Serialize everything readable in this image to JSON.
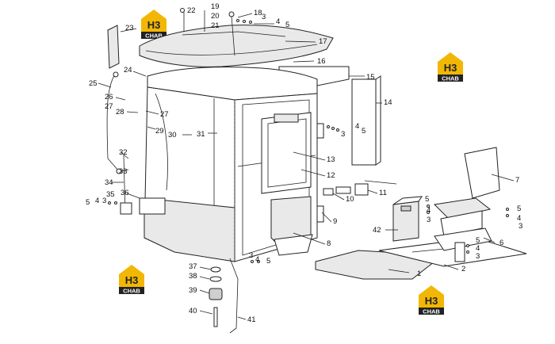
{
  "brand": {
    "logo_letters": "H3",
    "logo_word": "CHAB",
    "logo_color": "#f2b705",
    "logo_dark": "#222222"
  },
  "callouts": [
    {
      "id": "c1",
      "text": "1"
    },
    {
      "id": "c2",
      "text": "2"
    },
    {
      "id": "c3a",
      "text": "3"
    },
    {
      "id": "c3b",
      "text": "3"
    },
    {
      "id": "c3c",
      "text": "3"
    },
    {
      "id": "c3d",
      "text": "3"
    },
    {
      "id": "c3e",
      "text": "3"
    },
    {
      "id": "c3f",
      "text": "3"
    },
    {
      "id": "c3g",
      "text": "3"
    },
    {
      "id": "c4a",
      "text": "4"
    },
    {
      "id": "c4b",
      "text": "4"
    },
    {
      "id": "c4c",
      "text": "4"
    },
    {
      "id": "c4d",
      "text": "4"
    },
    {
      "id": "c4e",
      "text": "4"
    },
    {
      "id": "c4f",
      "text": "4"
    },
    {
      "id": "c4g",
      "text": "4"
    },
    {
      "id": "c5a",
      "text": "5"
    },
    {
      "id": "c5b",
      "text": "5"
    },
    {
      "id": "c5c",
      "text": "5"
    },
    {
      "id": "c5d",
      "text": "5"
    },
    {
      "id": "c5e",
      "text": "5"
    },
    {
      "id": "c5f",
      "text": "5"
    },
    {
      "id": "c5g",
      "text": "5"
    },
    {
      "id": "c6",
      "text": "6"
    },
    {
      "id": "c7",
      "text": "7"
    },
    {
      "id": "c8",
      "text": "8"
    },
    {
      "id": "c9",
      "text": "9"
    },
    {
      "id": "c10",
      "text": "10"
    },
    {
      "id": "c11",
      "text": "11"
    },
    {
      "id": "c12",
      "text": "12"
    },
    {
      "id": "c13",
      "text": "13"
    },
    {
      "id": "c14",
      "text": "14"
    },
    {
      "id": "c15",
      "text": "15"
    },
    {
      "id": "c16",
      "text": "16"
    },
    {
      "id": "c17",
      "text": "17"
    },
    {
      "id": "c18",
      "text": "18"
    },
    {
      "id": "c19",
      "text": "19"
    },
    {
      "id": "c20",
      "text": "20"
    },
    {
      "id": "c21",
      "text": "21"
    },
    {
      "id": "c22",
      "text": "22"
    },
    {
      "id": "c23",
      "text": "23"
    },
    {
      "id": "c24",
      "text": "24"
    },
    {
      "id": "c25",
      "text": "25"
    },
    {
      "id": "c26",
      "text": "26"
    },
    {
      "id": "c27a",
      "text": "27"
    },
    {
      "id": "c27b",
      "text": "27"
    },
    {
      "id": "c28",
      "text": "28"
    },
    {
      "id": "c29",
      "text": "29"
    },
    {
      "id": "c30",
      "text": "30"
    },
    {
      "id": "c31",
      "text": "31"
    },
    {
      "id": "c32",
      "text": "32"
    },
    {
      "id": "c33",
      "text": "33"
    },
    {
      "id": "c34",
      "text": "34"
    },
    {
      "id": "c35",
      "text": "35"
    },
    {
      "id": "c36",
      "text": "36"
    },
    {
      "id": "c37",
      "text": "37"
    },
    {
      "id": "c38",
      "text": "38"
    },
    {
      "id": "c39",
      "text": "39"
    },
    {
      "id": "c40",
      "text": "40"
    },
    {
      "id": "c41",
      "text": "41"
    },
    {
      "id": "c42",
      "text": "42"
    }
  ]
}
